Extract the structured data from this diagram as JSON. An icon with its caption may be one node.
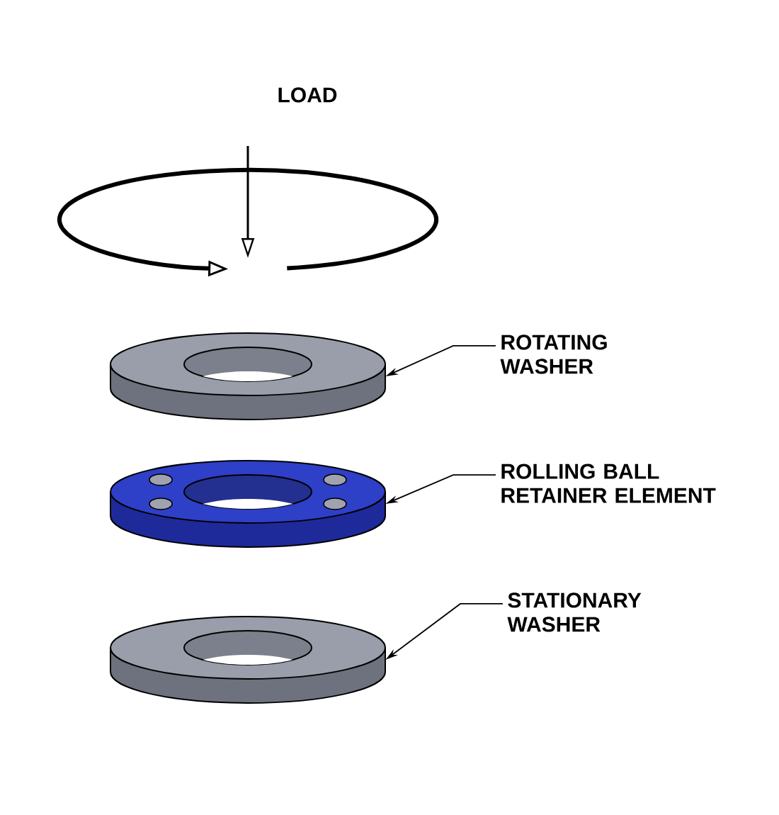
{
  "diagram": {
    "nodes": [
      {
        "text": [
          "ROTATING WASHER"
        ]
      },
      {
        "text": [],
        "shape": "picture"
      },
      {
        "text": [
          "ROLLING BALL RETAINER ELEMENT"
        ]
      },
      {
        "text": [],
        "shape": "picture"
      },
      {
        "text": [
          "STATIONARY WASHER"
        ]
      },
      {
        "text": [],
        "shape": "picture"
      }
    ],
    "edges": [
      {
        "from": 0,
        "to": 1,
        "arrow": "to"
      },
      {
        "from": 2,
        "to": 3,
        "arrow": "to"
      },
      {
        "from": 4,
        "to": 5,
        "arrow": "to"
      }
    ],
    "labels": [
      "LOAD"
    ]
  }
}
